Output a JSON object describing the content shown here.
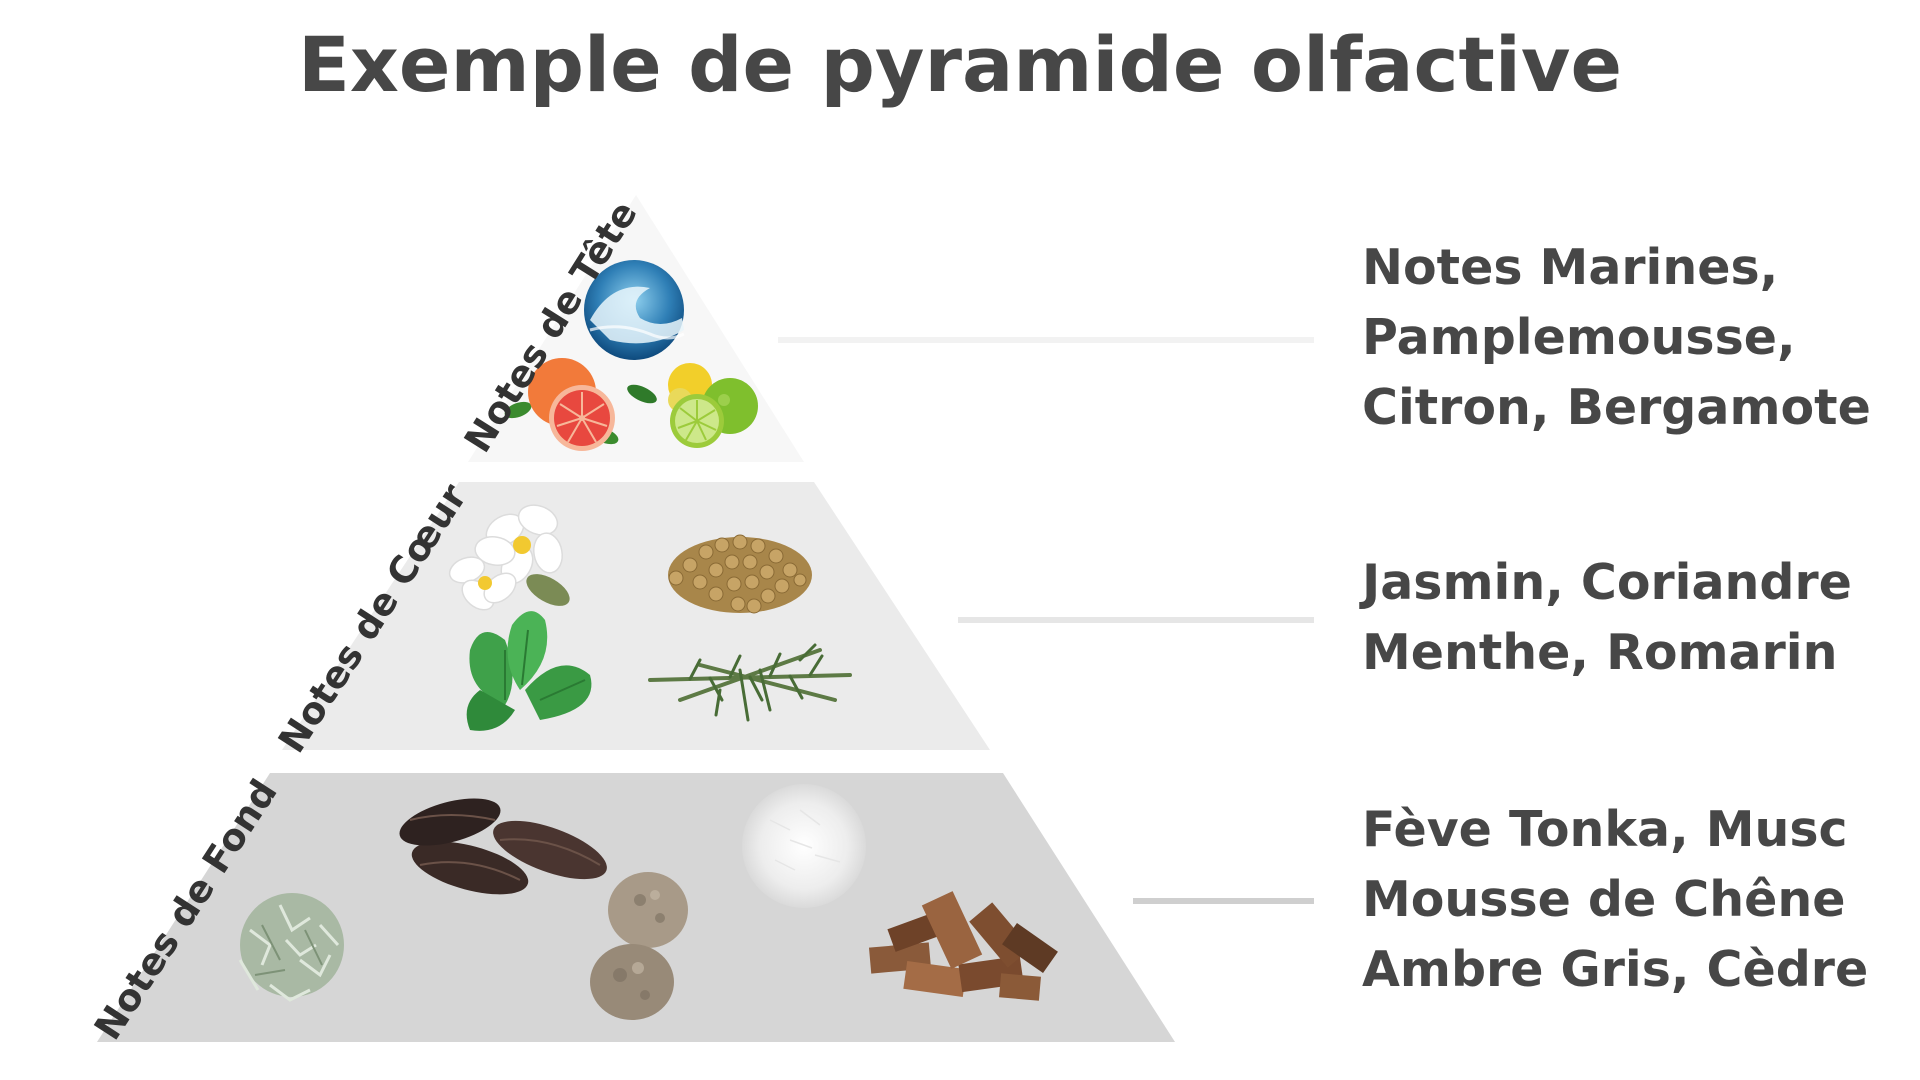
{
  "title": "Exemple de pyramide olfactive",
  "tiers": [
    {
      "label": "Notes de Tête",
      "notes": [
        "Notes Marines,",
        "Pamplemousse,",
        "Citron, Bergamote"
      ],
      "color": "#f7f7f7",
      "icons": [
        "ocean-wave-icon",
        "grapefruit-icon",
        "lemon-bergamot-icon"
      ]
    },
    {
      "label": "Notes de Cœur",
      "notes": [
        "Jasmin, Coriandre",
        "Menthe, Romarin"
      ],
      "color": "#ebebeb",
      "icons": [
        "jasmine-flower-icon",
        "coriander-seeds-icon",
        "mint-leaves-icon",
        "rosemary-icon"
      ]
    },
    {
      "label": "Notes de Fond",
      "notes": [
        "Fève Tonka, Musc",
        "Mousse de Chêne",
        "Ambre Gris, Cèdre"
      ],
      "color": "#d6d6d6",
      "icons": [
        "oakmoss-icon",
        "tonka-beans-icon",
        "ambergris-icon",
        "musk-fur-icon",
        "cedar-wood-icon"
      ]
    }
  ]
}
